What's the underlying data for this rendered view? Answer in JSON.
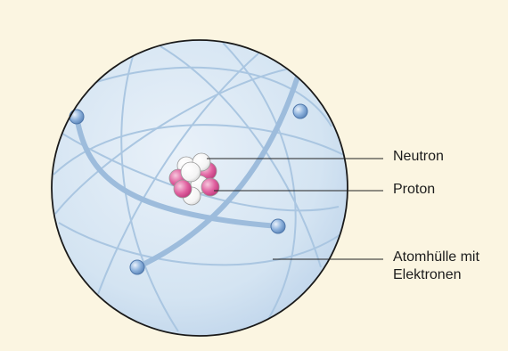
{
  "labels": {
    "neutron": "Neutron",
    "proton": "Proton",
    "shell_line1": "Atomhülle mit",
    "shell_line2": "Elektronen"
  },
  "colors": {
    "background": "#fbf5e1",
    "sphere_fill": "#dbe8f4",
    "sphere_outline": "#1a1a1a",
    "orbit": "#aac6e1",
    "electron": "#8fb3dd",
    "proton": "#d94f92",
    "neutron": "#ffffff",
    "leader_line": "#222222"
  }
}
